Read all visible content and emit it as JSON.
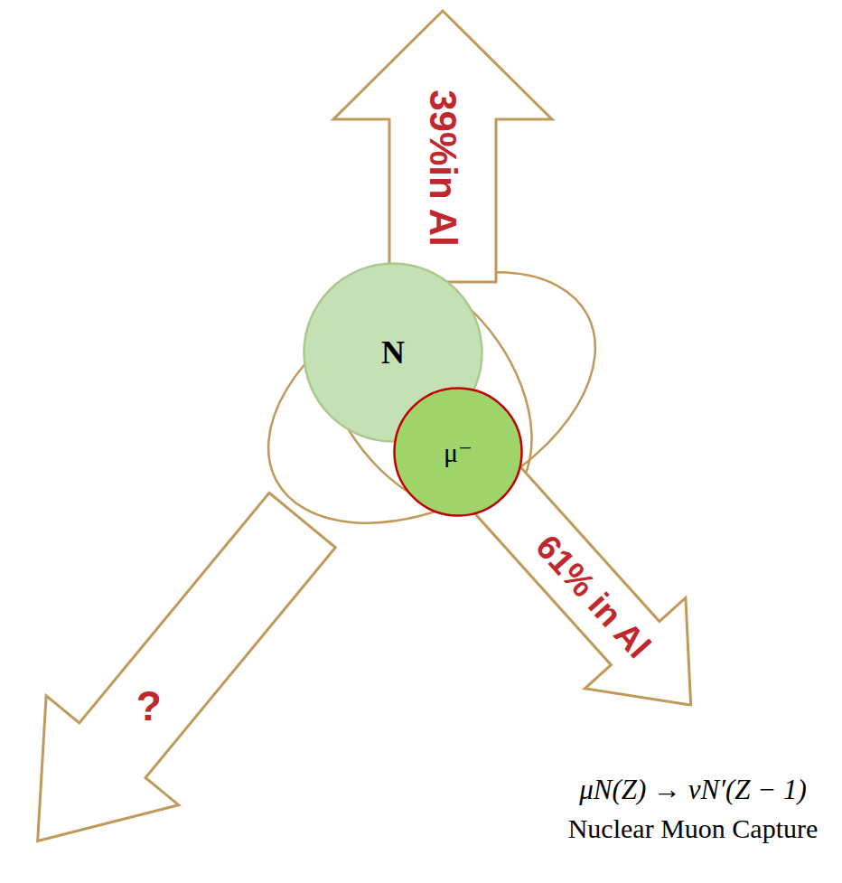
{
  "diagram": {
    "nodes": [
      {
        "text": [
          "39%in Al"
        ]
      },
      {
        "text": [
          "N"
        ]
      },
      {
        "text": [
          "μ⁻"
        ]
      },
      {
        "text": [
          "?"
        ]
      },
      {
        "text": [
          "61% in Al"
        ]
      }
    ],
    "labels": [
      "μN(Z) → νN′(Z − 1)",
      "Nuclear Muon Capture"
    ]
  }
}
